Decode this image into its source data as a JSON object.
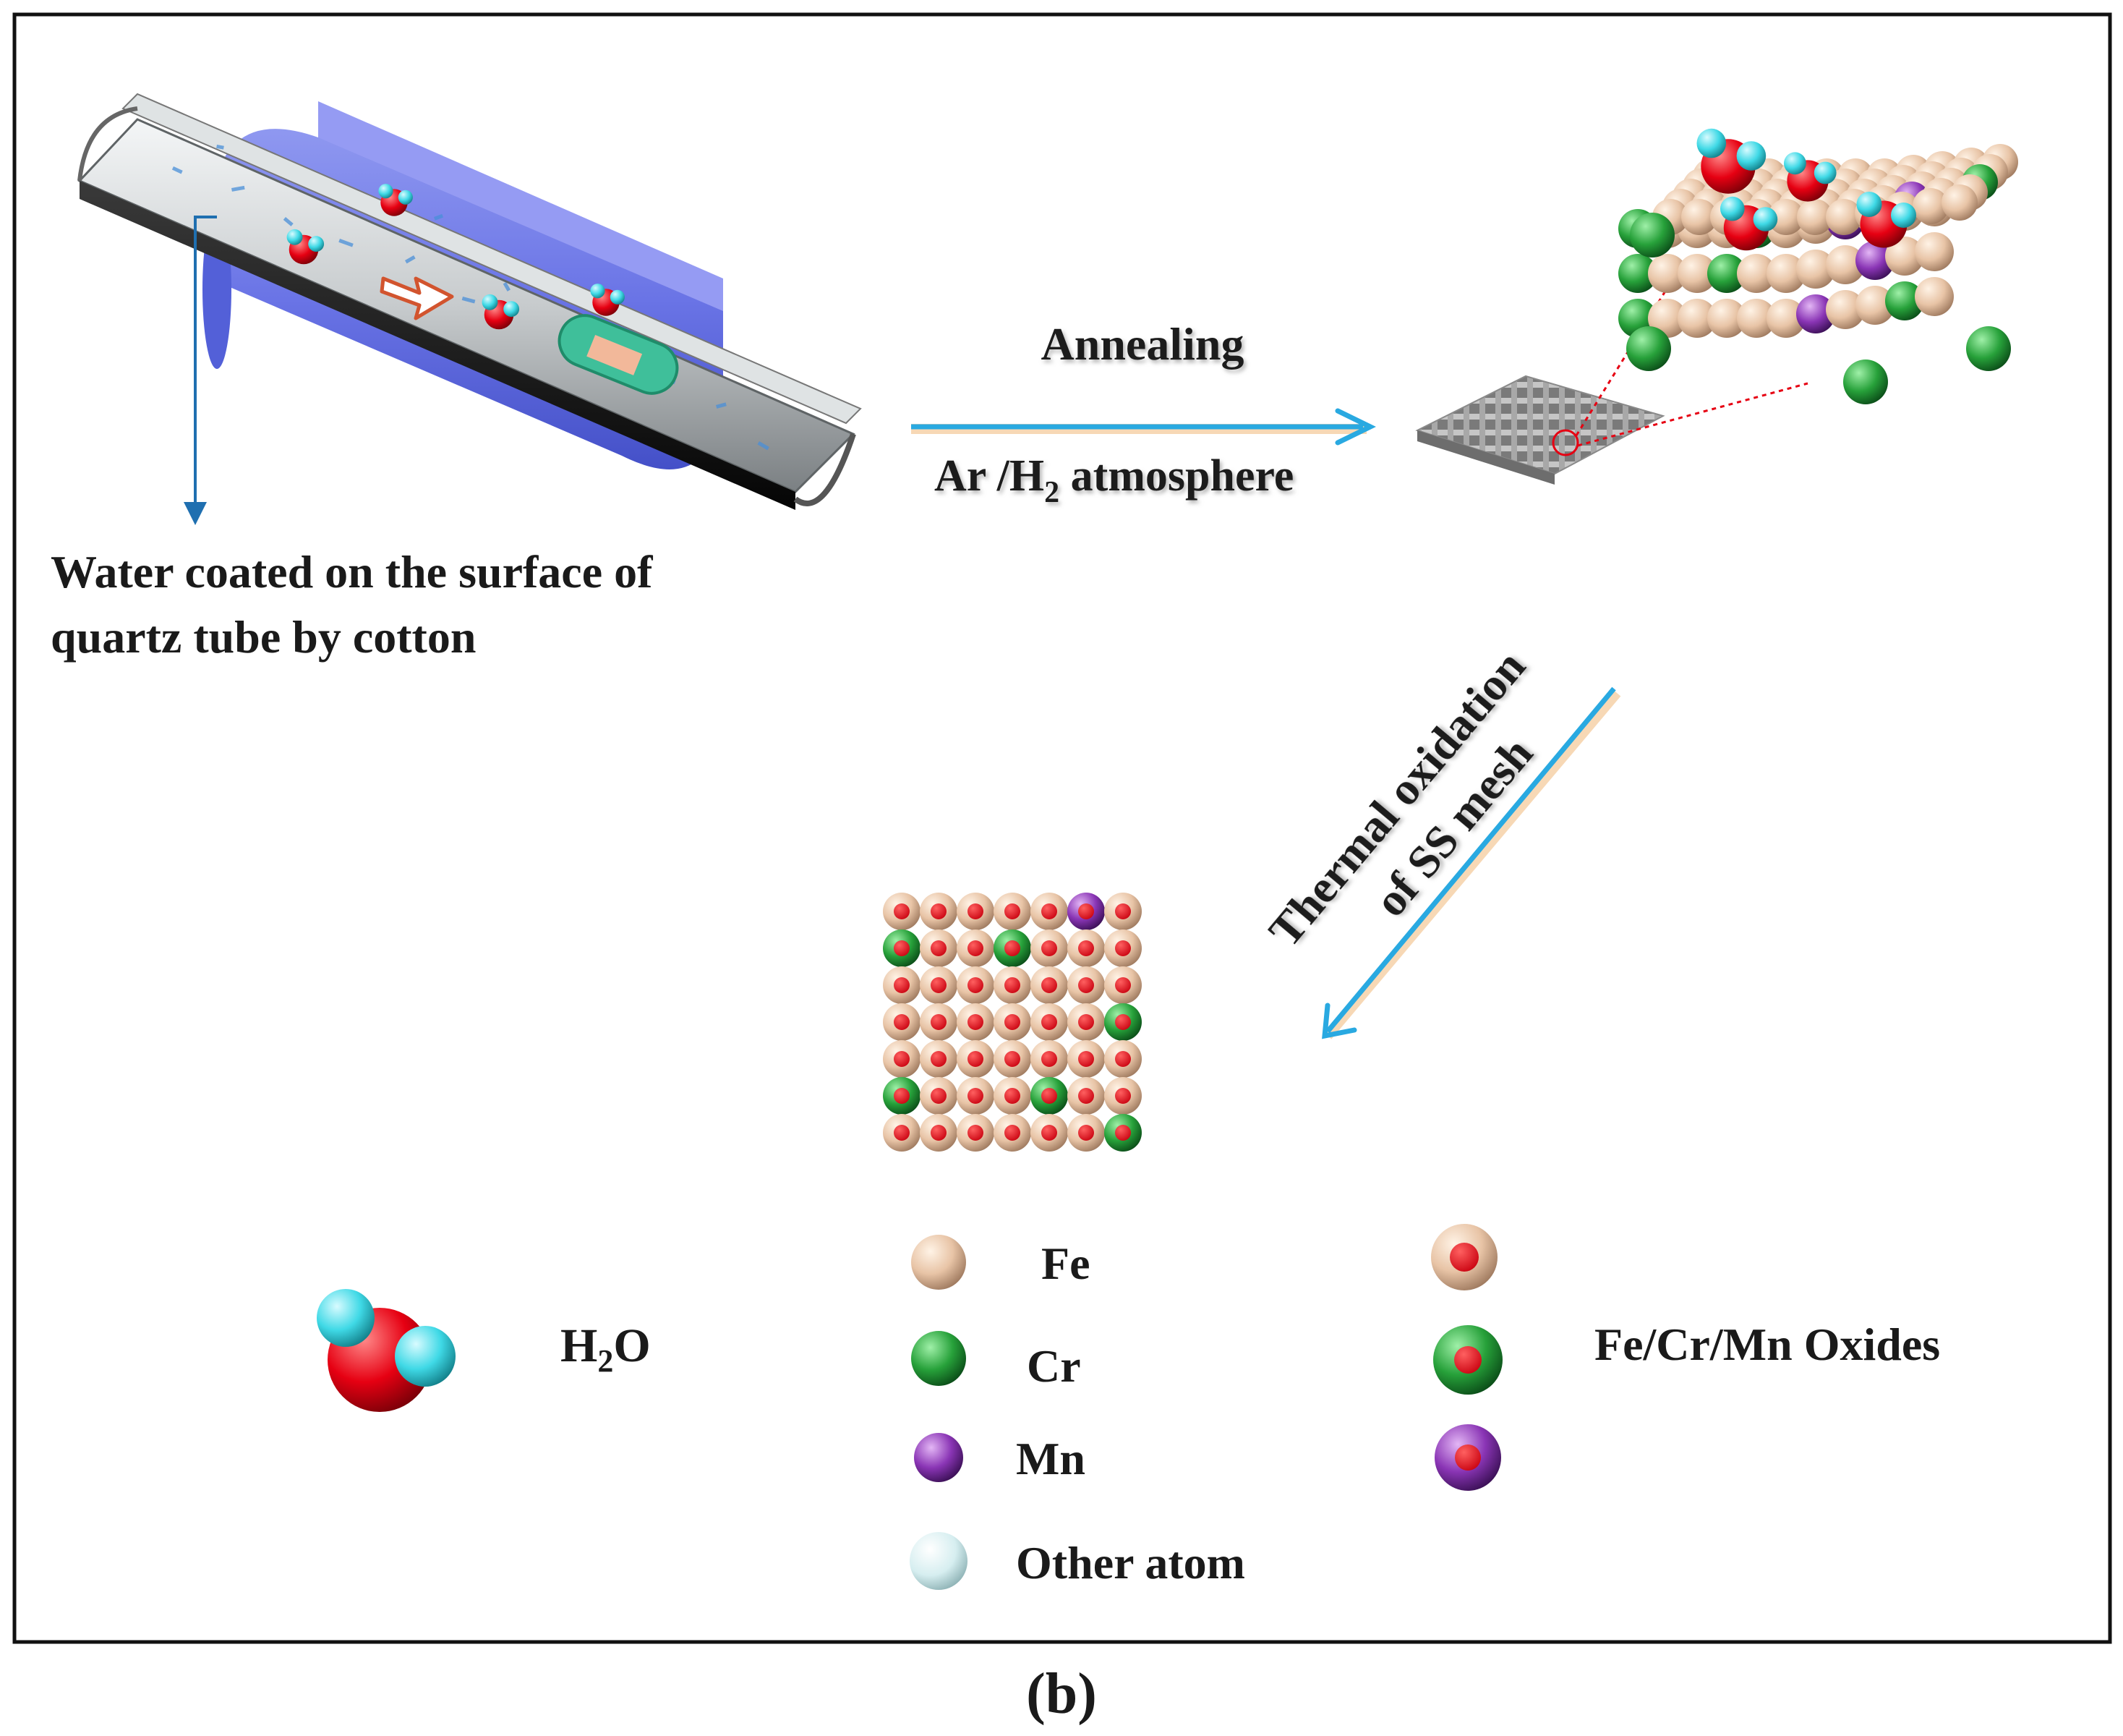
{
  "figure": {
    "panel_label": "(b)"
  },
  "steps": {
    "water_note_line1": "Water coated on the  surface of",
    "water_note_line2": "quartz tube by cotton",
    "annealing": "Annealing",
    "atmosphere_main": "Ar /H",
    "atmosphere_sub": "2",
    "atmosphere_rest": " atmosphere",
    "oxidation_line1": "Thermal oxidation",
    "oxidation_line2": "of  SS mesh"
  },
  "legend": {
    "water_main": "H",
    "water_sub": "2",
    "water_rest": "O",
    "fe": "Fe",
    "cr": "Cr",
    "mn": "Mn",
    "other": "Other atom",
    "oxides": "Fe/Cr/Mn Oxides"
  },
  "colors": {
    "fe": "#e8c4a6",
    "cr": "#27a13a",
    "mn": "#8a35b5",
    "other": "#d6eef0",
    "oxygen": "#e60012",
    "hydrogen": "#3fd9e6",
    "arrow": "#29a9e1",
    "frame": "#111111"
  }
}
